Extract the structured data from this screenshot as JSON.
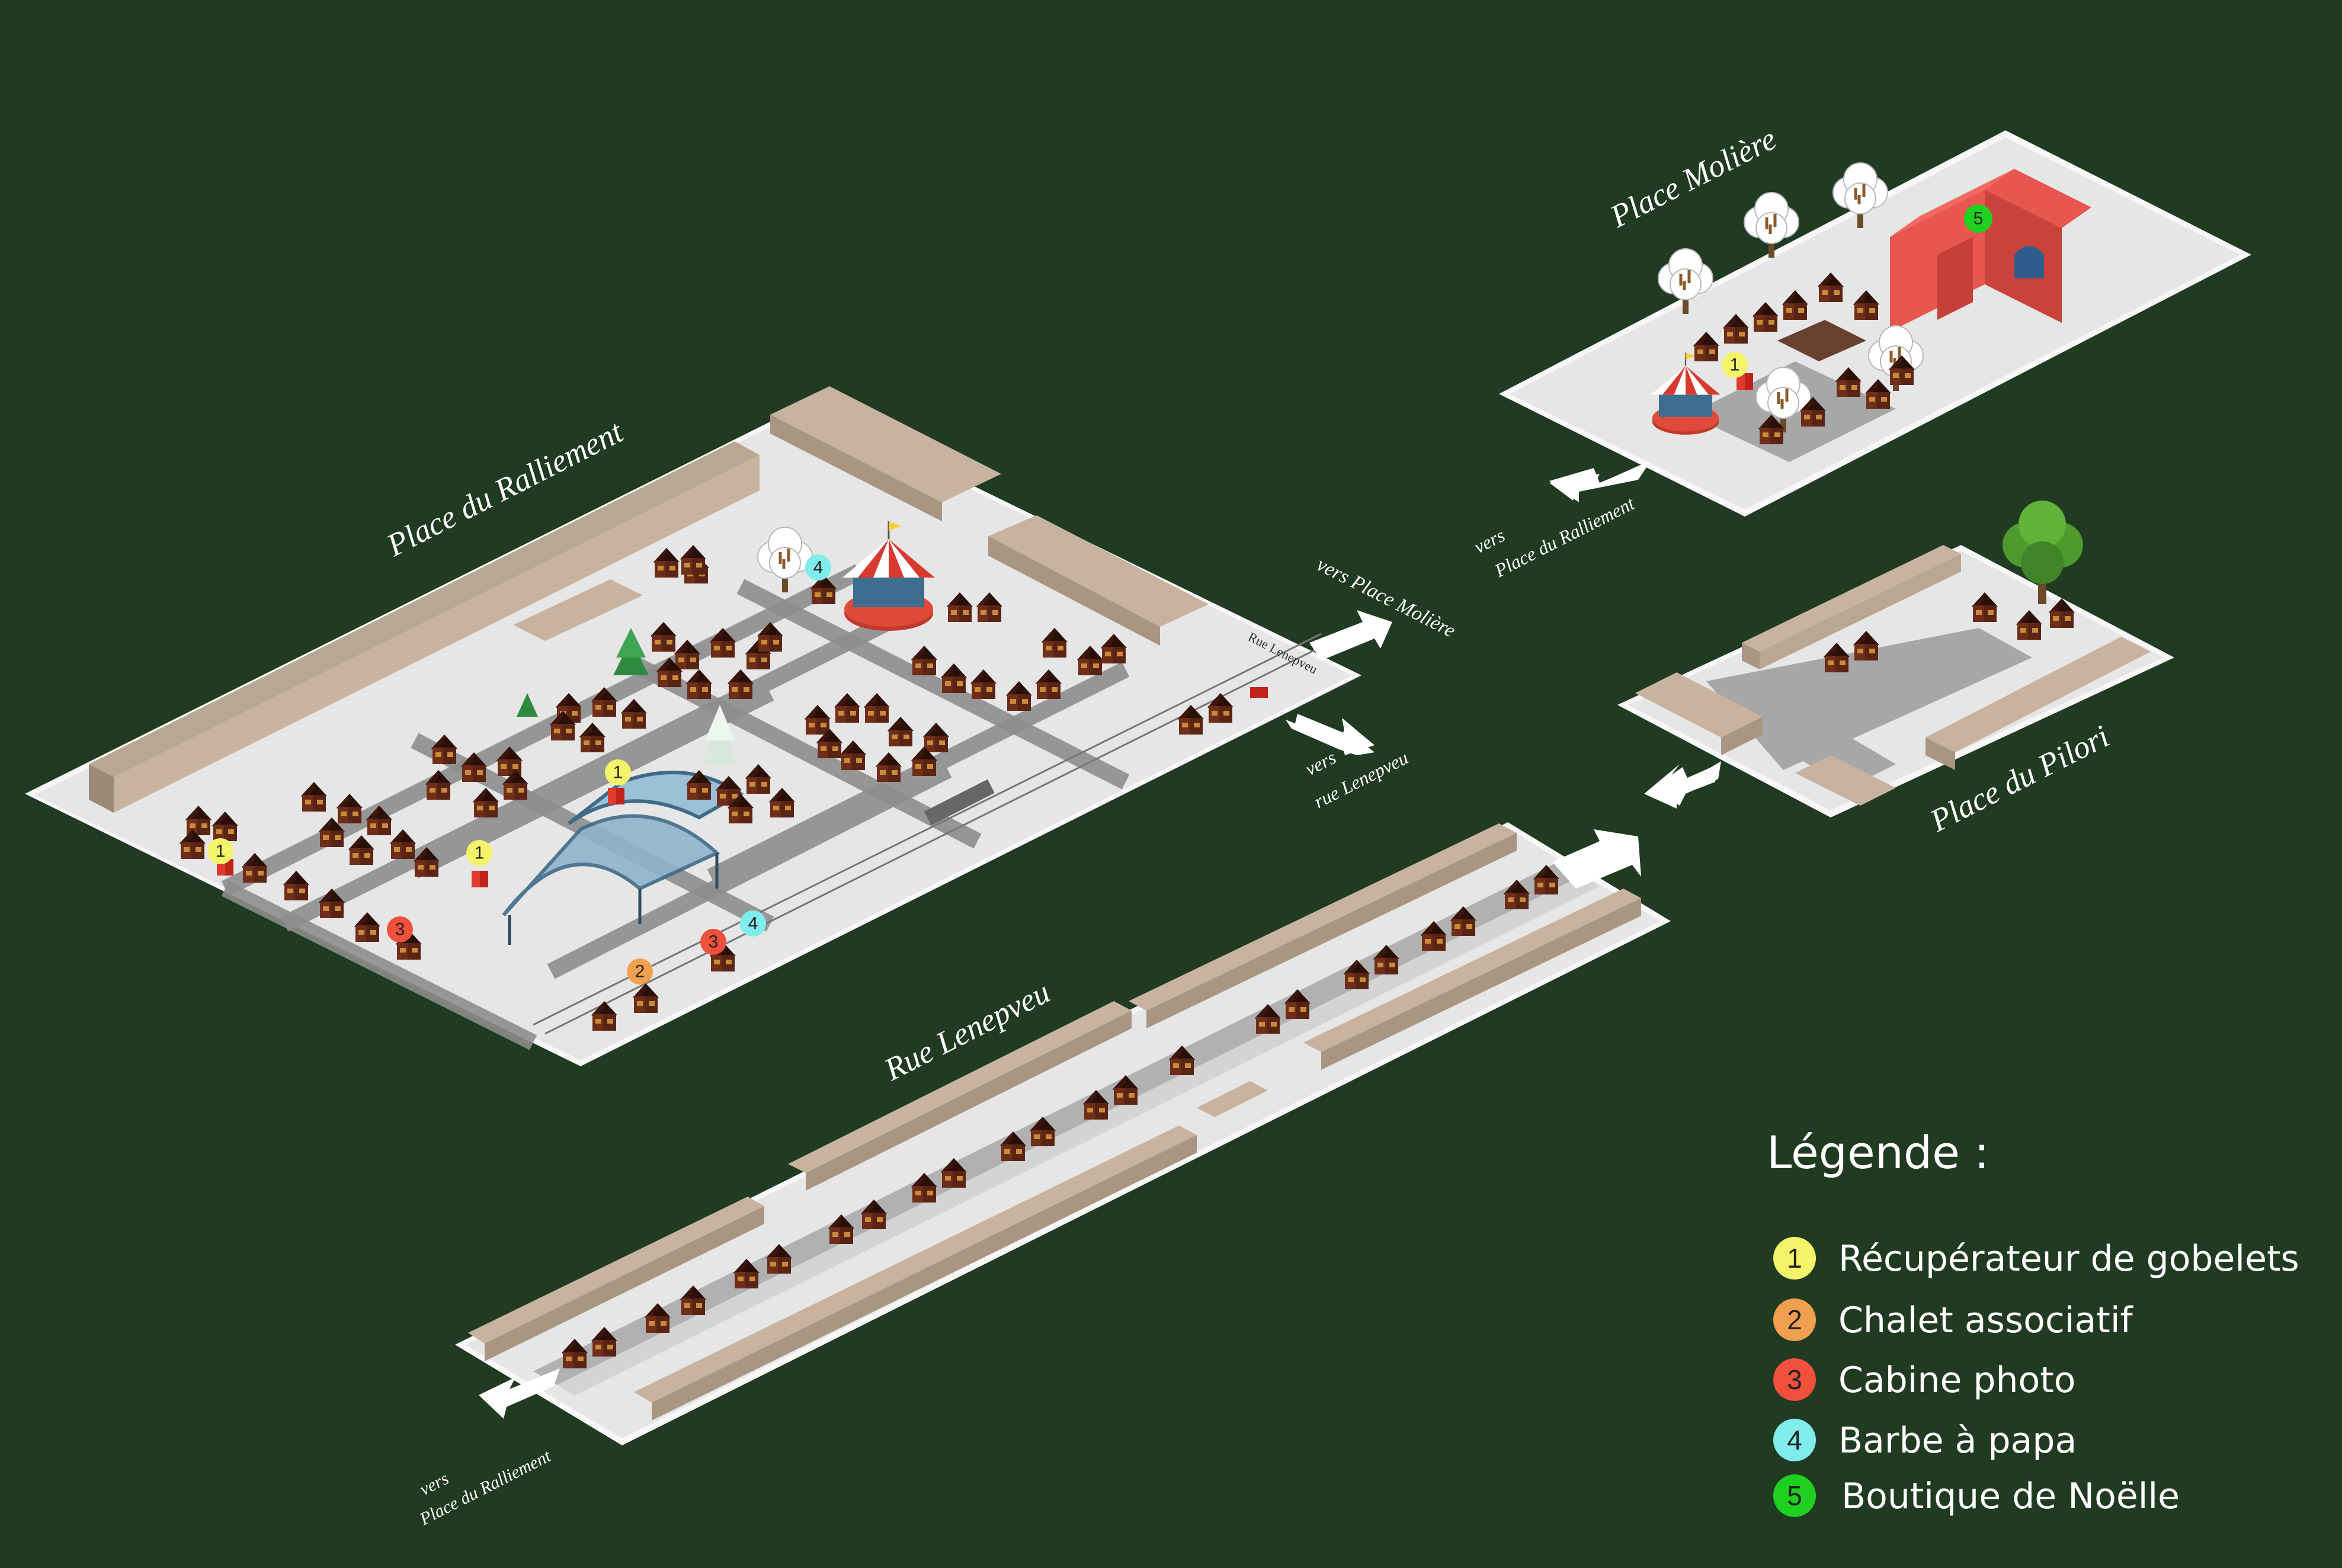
{
  "areas": {
    "ralliement": {
      "name": "Place du Ralliement"
    },
    "moliere": {
      "name": "Place Molière"
    },
    "pilori": {
      "name": "Place du Pilori"
    },
    "lenepveu": {
      "name": "Rue Lenepveu"
    }
  },
  "street_labels": {
    "rue_lenepveu_small": "Rue Lenepveu"
  },
  "directions": {
    "to_moliere": "vers Place Molière",
    "to_lenepveu_line1": "vers",
    "to_lenepveu_line2": "rue Lenepveu",
    "moliere_to_ralliement_line1": "vers",
    "moliere_to_ralliement_line2": "Place du Ralliement",
    "lenepveu_to_ralliement_line1": "vers",
    "lenepveu_to_ralliement_line2": "Place du Ralliement"
  },
  "legend": {
    "title": "Légende :",
    "items": [
      {
        "num": "1",
        "label": "Récupérateur de gobelets",
        "color": "#f4f46a"
      },
      {
        "num": "2",
        "label": "Chalet associatif",
        "color": "#f0a050"
      },
      {
        "num": "3",
        "label": "Cabine photo",
        "color": "#f0503c"
      },
      {
        "num": "4",
        "label": "Barbe à papa",
        "color": "#80ecec"
      },
      {
        "num": "5",
        "label": "Boutique de Noëlle",
        "color": "#20d020"
      }
    ]
  },
  "markers": [
    {
      "num": "1",
      "color": "#f4f46a"
    },
    {
      "num": "1",
      "color": "#f4f46a"
    },
    {
      "num": "1",
      "color": "#f4f46a"
    },
    {
      "num": "1",
      "color": "#f4f46a"
    },
    {
      "num": "2",
      "color": "#f0a050"
    },
    {
      "num": "3",
      "color": "#f0503c"
    },
    {
      "num": "3",
      "color": "#f0503c"
    },
    {
      "num": "4",
      "color": "#80ecec"
    },
    {
      "num": "4",
      "color": "#80ecec"
    },
    {
      "num": "5",
      "color": "#20d020"
    }
  ],
  "colors": {
    "background": "#213a22",
    "ground": "#e6e6e6",
    "building": "#c7b39f",
    "chalet": "#4a1d10",
    "arrow": "#ffffff",
    "tent": "#e8574f"
  }
}
